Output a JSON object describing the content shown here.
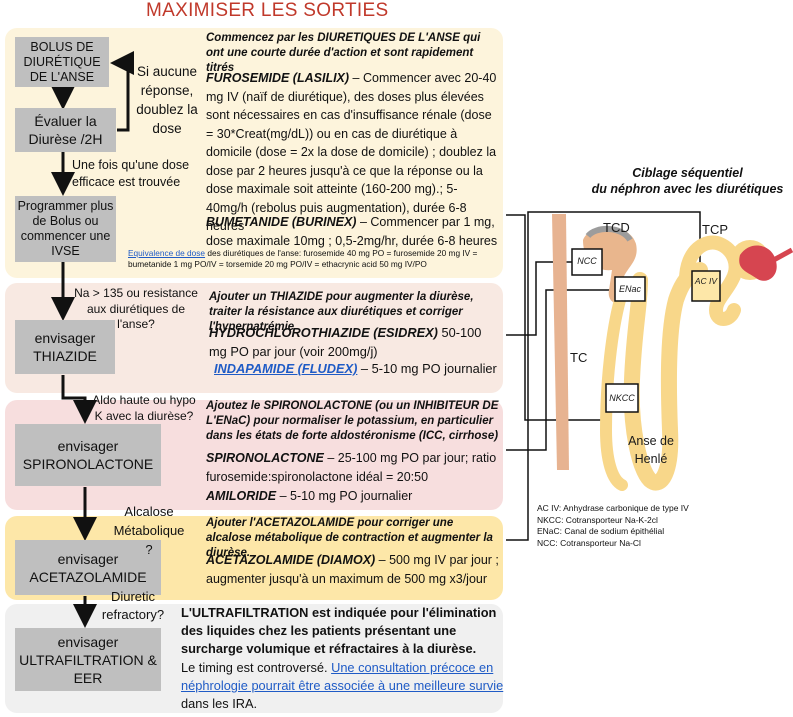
{
  "title": "MAXIMISER LES SORTIES",
  "colors": {
    "panel1": "#fdf4dc",
    "panel2": "#f8e9e2",
    "panel3": "#f7dede",
    "panel4": "#fde7a8",
    "panel5": "#f0f0f0",
    "box": "#bfbfbf",
    "title": "#c0392b",
    "link": "#1f5bc6",
    "nephron_tubule": "#f8d78a",
    "nephron_cortex": "#e9b68d"
  },
  "flow": {
    "bolus": "BOLUS DE DIURÉTIQUE DE L'ANSE",
    "evaluate": "Évaluer la Diurèse /2H",
    "no_response": "Si aucune réponse, doublez la dose",
    "effective_dose": "Une fois qu'une dose efficace est trouvée",
    "program": "Programmer plus de Bolus ou commencer une IVSE",
    "q_thiazide": "Na > 135 ou resistance aux diurétiques de l'anse?",
    "thiazide": "envisager THIAZIDE",
    "q_spiro": "Aldo haute ou hypo K avec la diurèse?",
    "spiro": "envisager SPIRONOLACTONE",
    "q_acetazol": "Alcalose Métabolique ?",
    "acetazol": "envisager ACETAZOLAMIDE",
    "q_uf": "Diuretic refractory?",
    "uf": "envisager ULTRAFILTRATION & EER"
  },
  "section1": {
    "intro": "Commencez par les DIURETIQUES DE L'ANSE qui ont une courte durée d'action et sont rapidement titrés",
    "furo_name": "FUROSEMIDE (LASILIX)",
    "furo_text": " – Commencer avec 20-40 mg IV (naïf de diurétique), des doses plus élevées sont nécessaires en cas d'insuffisance rénale (dose = 30*Creat(mg/dL)) ou en cas de diurétique à domicile (dose = 2x la dose de domicile) ; doublez la dose par 2 heures jusqu'à ce que la réponse ou la dose maximale soit atteinte (160-200 mg).; 5-40mg/h (rebolus puis augmentation), durée 6-8 heures",
    "bum_name": "BUMETANIDE (BURINEX)",
    "bum_text": " – Commencer par 1 mg, dose maximale 10mg ; 0,5-2mg/hr, durée 6-8 heures",
    "equiv_link": "Equivalence de dose",
    "equiv_text": " des diurétiques de l'anse: furosemide 40 mg PO = furosemide 20 mg IV = bumetanide 1 mg PO/IV = torsemide 20 mg PO/IV = ethacrynic acid 50 mg IV/PO"
  },
  "section2": {
    "intro": "Ajouter un THIAZIDE pour augmenter la diurèse, traiter la résistance aux diurétiques et corriger l'hypernatrémie",
    "hctz_name": "HYDROCHLOROTHIAZIDE (ESIDREX)",
    "hctz_text": " 50-100 mg PO par jour (voir 200mg/j)",
    "inda_name": "INDAPAMIDE (FLUDEX)",
    "inda_text": " – 5-10 mg PO journalier"
  },
  "section3": {
    "intro": "Ajoutez le SPIRONOLACTONE (ou un INHIBITEUR DE L'ENaC) pour normaliser le potassium, en particulier dans les états de forte aldostéronisme (ICC, cirrhose)",
    "spiro_name": "SPIRONOLACTONE",
    "spiro_text": " – 25-100 mg PO par jour; ratio furosemide:spironolactone idéal = 20:50",
    "amil_name": "AMILORIDE",
    "amil_text": " – 5-10 mg PO journalier"
  },
  "section4": {
    "intro": "Ajouter l'ACETAZOLAMIDE pour corriger une alcalose métabolique de contraction et augmenter la diurèse.",
    "acet_name": "ACETAZOLAMIDE (DIAMOX)",
    "acet_text": " – 500 mg IV par jour ; augmenter jusqu'à un maximum de 500 mg x3/jour"
  },
  "section5": {
    "intro": "L'ULTRAFILTRATION est indiquée pour l'élimination des liquides chez les patients présentant une surcharge volumique et réfractaires à la diurèse.",
    "timing": "Le timing est controversé. ",
    "link": "Une consultation précoce en néphrologie pourrait être associée à une meilleure survie",
    "tail": " dans les IRA."
  },
  "nephron": {
    "title_line1": "Ciblage séquentiel",
    "title_line2": "du néphron avec les diurétiques",
    "tcd": "TCD",
    "tcp": "TCP",
    "tc": "TC",
    "anse": "Anse de Henlé",
    "ncc": "NCC",
    "enac": "ENac",
    "nkcc": "NKCC",
    "aciv": "AC IV"
  },
  "legend": [
    "AC IV: Anhydrase carbonique de type IV",
    "NKCC: Cotransporteur Na-K-2cl",
    "ENaC: Canal de sodium épithélial",
    "NCC: Cotransporteur Na-Cl"
  ]
}
